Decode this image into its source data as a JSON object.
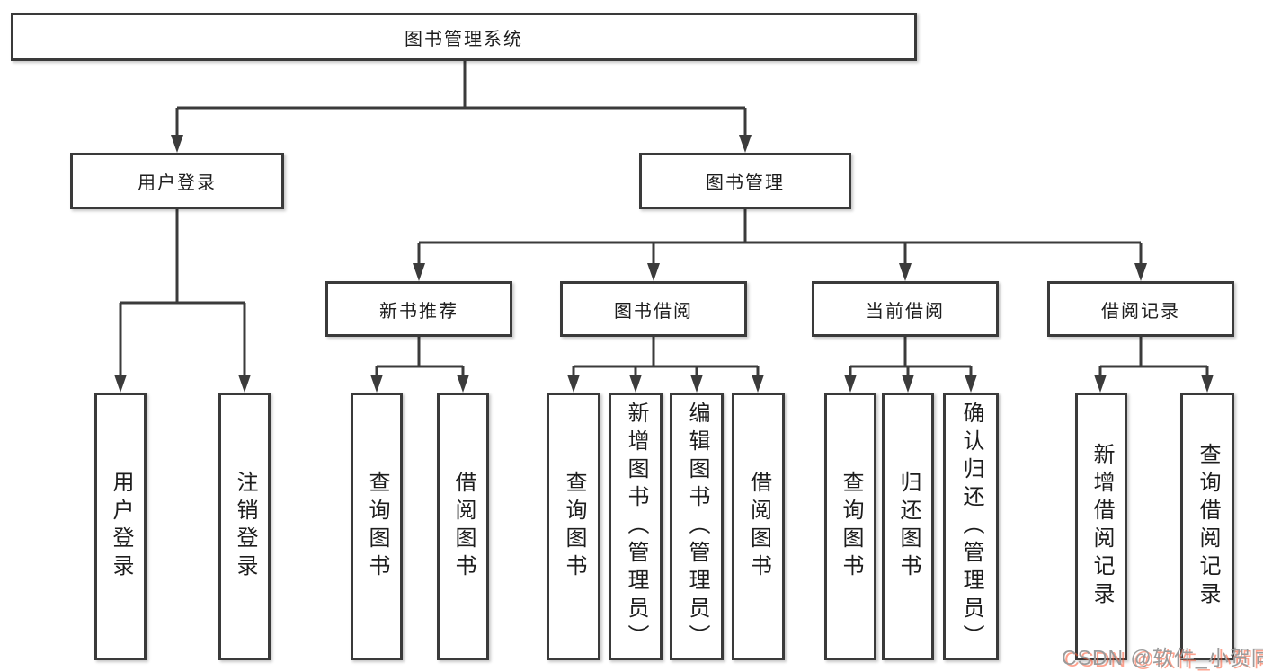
{
  "tree": {
    "root": {
      "label": "图书管理系统"
    },
    "branches": [
      {
        "label": "用户登录",
        "children": [
          {
            "label": "用户登录"
          },
          {
            "label": "注销登录"
          }
        ]
      },
      {
        "label": "图书管理",
        "children": [
          {
            "label": "新书推荐",
            "children": [
              {
                "label": "查询图书"
              },
              {
                "label": "借阅图书"
              }
            ]
          },
          {
            "label": "图书借阅",
            "children": [
              {
                "label": "查询图书"
              },
              {
                "label": "新增图书（管理员）"
              },
              {
                "label": "编辑图书（管理员）"
              },
              {
                "label": "借阅图书"
              }
            ]
          },
          {
            "label": "当前借阅",
            "children": [
              {
                "label": "查询图书"
              },
              {
                "label": "归还图书"
              },
              {
                "label": "确认归还（管理员）"
              }
            ]
          },
          {
            "label": "借阅记录",
            "children": [
              {
                "label": "新增借阅记录"
              },
              {
                "label": "查询借阅记录"
              }
            ]
          }
        ]
      }
    ]
  },
  "watermark": {
    "text": "CSDN @软件_小贺同学"
  },
  "colors": {
    "line": "#3b3b3b",
    "border": "#3a3a3a",
    "text": "#1d1d1d",
    "watermark_gray": "#9b9b9b",
    "watermark_red": "#fc5531"
  }
}
